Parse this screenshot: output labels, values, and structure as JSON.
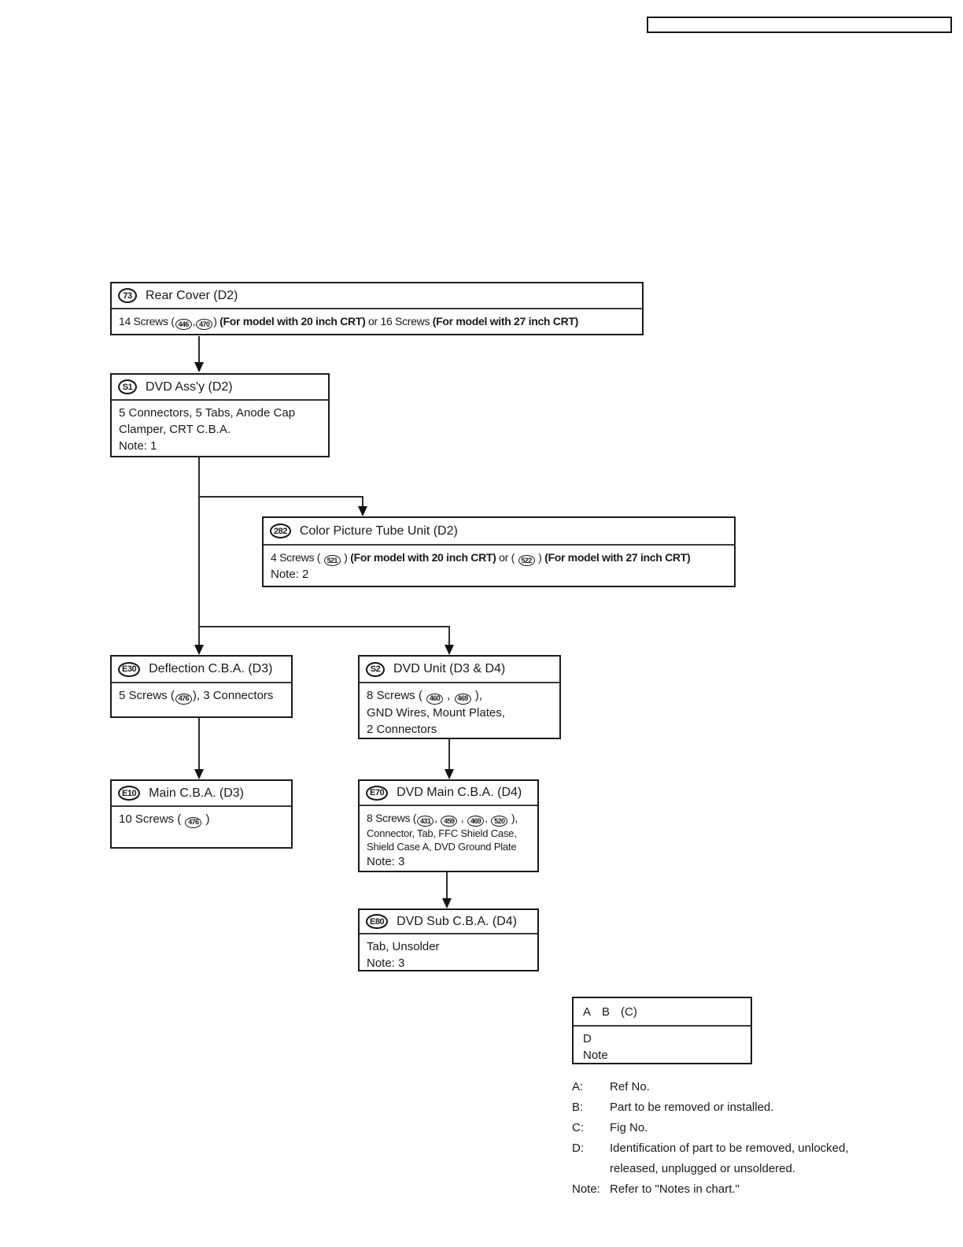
{
  "page": {
    "header_box_text": ""
  },
  "nodes": {
    "rear_cover": {
      "ref": "73",
      "title": "Rear Cover (D2)",
      "lines": [
        [
          {
            "t": "14 Screws ("
          },
          {
            "t": "446",
            "s": "c"
          },
          {
            "t": ","
          },
          {
            "t": "470",
            "s": "c"
          },
          {
            "t": ") "
          },
          {
            "t": "(For model with 20 inch CRT)",
            "s": "b"
          },
          {
            "t": " or 16 Screws "
          },
          {
            "t": "(For model with 27 inch CRT)",
            "s": "b"
          }
        ]
      ]
    },
    "dvd_assy": {
      "ref": "S1",
      "title": "DVD Ass'y (D2)",
      "lines": [
        [
          {
            "t": "5 Connectors, 5 Tabs, Anode Cap"
          }
        ],
        [
          {
            "t": "Clamper, CRT C.B.A."
          }
        ],
        [
          {
            "t": "Note: 1"
          }
        ]
      ]
    },
    "cpt": {
      "ref": "282",
      "title": "Color Picture Tube Unit (D2)",
      "lines": [
        [
          {
            "t": "4 Screws ( "
          },
          {
            "t": "521",
            "s": "c"
          },
          {
            "t": " ) "
          },
          {
            "t": "(For model with 20 inch CRT)",
            "s": "b"
          },
          {
            "t": " or ( "
          },
          {
            "t": "522",
            "s": "c"
          },
          {
            "t": " ) "
          },
          {
            "t": "(For model with 27 inch CRT)",
            "s": "b"
          }
        ],
        [
          {
            "t": "Note: 2"
          }
        ]
      ]
    },
    "deflection": {
      "ref": "E30",
      "title": "Deflection C.B.A. (D3)",
      "lines": [
        [
          {
            "t": "5 Screws ("
          },
          {
            "t": "476",
            "s": "c"
          },
          {
            "t": "), 3 Connectors"
          }
        ]
      ]
    },
    "dvd_unit": {
      "ref": "S2",
      "title": "DVD Unit (D3 & D4)",
      "lines": [
        [
          {
            "t": "8 Screws ( "
          },
          {
            "t": "460",
            "s": "c"
          },
          {
            "t": " , "
          },
          {
            "t": "469",
            "s": "c"
          },
          {
            "t": " ),"
          }
        ],
        [
          {
            "t": "GND Wires, Mount Plates,"
          }
        ],
        [
          {
            "t": "2 Connectors"
          }
        ]
      ]
    },
    "main_cba": {
      "ref": "E10",
      "title": "Main C.B.A. (D3)",
      "lines": [
        [
          {
            "t": "10 Screws ( "
          },
          {
            "t": "476",
            "s": "c"
          },
          {
            "t": " )"
          }
        ]
      ]
    },
    "dvd_main_cba": {
      "ref": "E70",
      "title": "DVD Main C.B.A. (D4)",
      "lines": [
        [
          {
            "t": "8 Screws ("
          },
          {
            "t": "431",
            "s": "c"
          },
          {
            "t": ", "
          },
          {
            "t": "459",
            "s": "c"
          },
          {
            "t": " , "
          },
          {
            "t": "469",
            "s": "c"
          },
          {
            "t": ", "
          },
          {
            "t": "520",
            "s": "c"
          },
          {
            "t": " ),"
          }
        ],
        [
          {
            "t": "Connector, Tab, FFC Shield Case,"
          }
        ],
        [
          {
            "t": "Shield Case A, DVD Ground Plate"
          }
        ],
        [
          {
            "t": "Note: 3"
          }
        ]
      ]
    },
    "dvd_sub_cba": {
      "ref": "E80",
      "title": "DVD Sub C.B.A. (D4)",
      "lines": [
        [
          {
            "t": "Tab, Unsolder"
          }
        ],
        [
          {
            "t": "Note: 3"
          }
        ]
      ]
    }
  },
  "legend_box": {
    "header": [
      "A",
      "B",
      "(C)"
    ],
    "body": [
      "D",
      "Note"
    ]
  },
  "legend": [
    {
      "label": "A:",
      "text": "Ref No."
    },
    {
      "label": "B:",
      "text": "Part to be removed or installed."
    },
    {
      "label": "C:",
      "text": "Fig No."
    },
    {
      "label": "D:",
      "text": "Identification of part to be removed, unlocked, released, unplugged or unsoldered."
    },
    {
      "label": "Note:",
      "text": "Refer to \"Notes in chart.\""
    }
  ]
}
